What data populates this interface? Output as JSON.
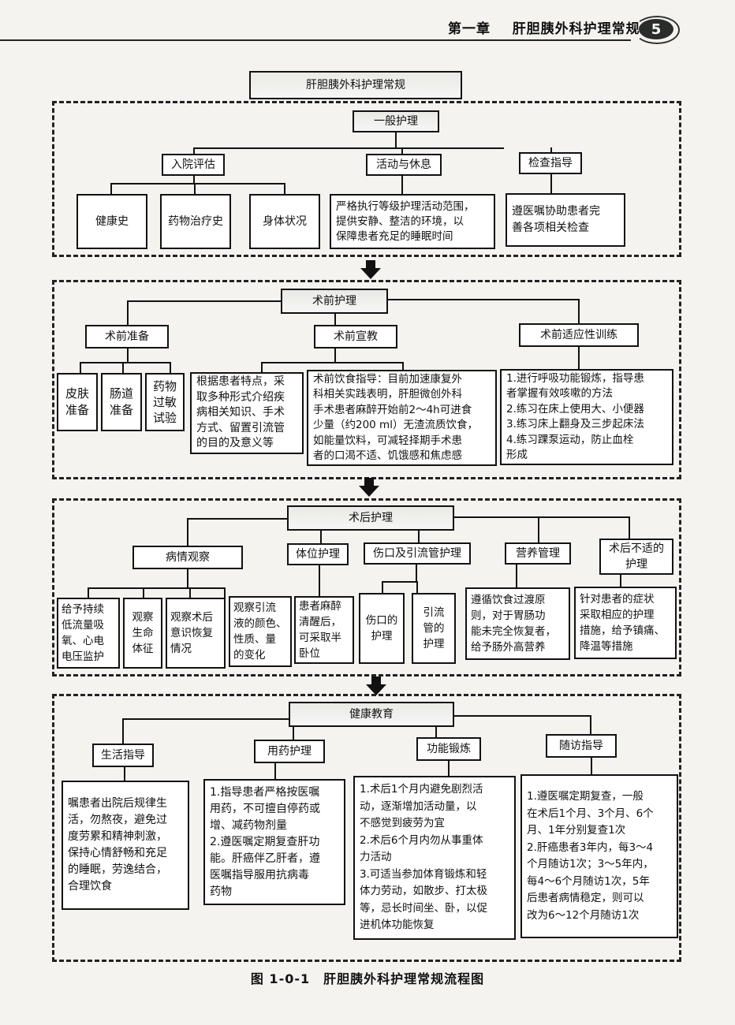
{
  "header": {
    "chapter": "第一章",
    "chapter_title": "肝胆胰外科护理常规",
    "page_number": "5"
  },
  "root": "肝胆胰外科护理常规",
  "sections": {
    "general": {
      "title": "一般护理",
      "children": {
        "admission": {
          "label": "入院评估",
          "items": [
            "健康史",
            "药物治疗史",
            "身体状况"
          ]
        },
        "activity": {
          "label": "活动与休息",
          "text": "严格执行等级护理活动范围，\n提供安静、整洁的环境，以\n保障患者充足的睡眠时间"
        },
        "exam": {
          "label": "检查指导",
          "text": "遵医嘱协助患者完\n善各项相关检查"
        }
      }
    },
    "preop": {
      "title": "术前护理",
      "children": {
        "prep": {
          "label": "术前准备",
          "items": [
            "皮肤\n准备",
            "肠道\n准备",
            "药物\n过敏\n试验"
          ]
        },
        "education": {
          "label": "术前宣教",
          "items": [
            "根据患者特点，采\n取多种形式介绍疾\n病相关知识、手术\n方式、留置引流管\n的目的及意义等",
            "术前饮食指导：目前加速康复外\n科相关实践表明，肝胆微创外科\n手术患者麻醉开始前2～4h可进食\n少量（约200 ml）无渣流质饮食，\n如能量饮料，可减轻择期手术患\n者的口渴不适、饥饿感和焦虑感"
          ]
        },
        "training": {
          "label": "术前适应性训练",
          "text": "1.进行呼吸功能锻炼，指导患\n者掌握有效咳嗽的方法\n2.练习在床上使用大、小便器\n3.练习床上翻身及三步起床法\n4.练习踝泵运动，防止血栓\n形成"
        }
      }
    },
    "postop": {
      "title": "术后护理",
      "children": {
        "observation": {
          "label": "病情观察",
          "items": [
            "给予持续\n低流量吸\n氧、心电\n电压监护",
            "观察\n生命\n体征",
            "观察术后\n意识恢复\n情况",
            "观察引流\n液的颜色、\n性质、量\n的变化"
          ]
        },
        "position": {
          "label": "体位护理",
          "text": "患者麻醉\n清醒后，\n可采取半\n卧位"
        },
        "wound": {
          "label": "伤口及引流管护理",
          "items": [
            "伤口的\n护理",
            "引流\n管的\n护理"
          ]
        },
        "nutrition": {
          "label": "营养管理",
          "text": "遵循饮食过渡原\n则，对于胃肠功\n能未完全恢复者，\n给予肠外高营养"
        },
        "discomfort": {
          "label": "术后不适的\n护理",
          "text": "针对患者的症状\n采取相应的护理\n措施，给予镇痛、\n降温等措施"
        }
      }
    },
    "education": {
      "title": "健康教育",
      "children": {
        "life": {
          "label": "生活指导",
          "text": "嘱患者出院后规律生\n活，勿熬夜，避免过\n度劳累和精神刺激，\n保持心情舒畅和充足\n的睡眠，劳逸结合，\n合理饮食"
        },
        "medication": {
          "label": "用药护理",
          "text": "1.指导患者严格按医嘱\n用药，不可擅自停药或\n增、减药物剂量\n2.遵医嘱定期复查肝功\n能。肝癌伴乙肝者，遵\n医嘱指导服用抗病毒\n药物"
        },
        "exercise": {
          "label": "功能锻炼",
          "text": "1.术后1个月内避免剧烈活\n动，逐渐增加活动量，以\n不感觉到疲劳为宜\n2.术后6个月内勿从事重体\n力活动\n3.可适当参加体育锻炼和轻\n体力劳动，如散步、打太极\n等，忌长时间坐、卧，以促\n进机体功能恢复"
        },
        "followup": {
          "label": "随访指导",
          "text": "1.遵医嘱定期复查，一般\n在术后1个月、3个月、6个\n月、1年分别复查1次\n2.肝癌患者3年内，每3～4\n个月随访1次；3～5年内，\n每4～6个月随访1次，5年\n后患者病情稳定，则可以\n改为6～12个月随访1次"
        }
      }
    }
  },
  "caption": "图 1-0-1　肝胆胰外科护理常规流程图"
}
